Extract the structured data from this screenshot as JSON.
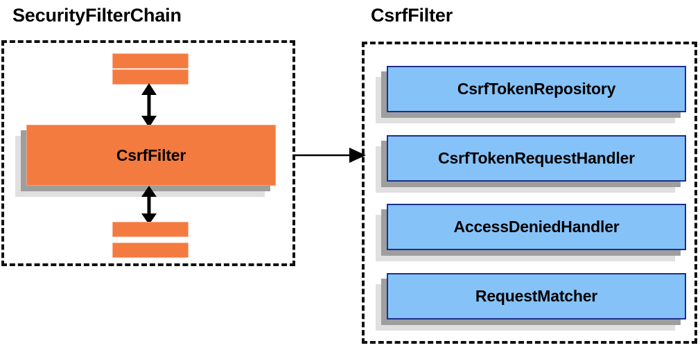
{
  "diagram": {
    "title_left": "SecurityFilterChain",
    "title_right": "CsrfFilter",
    "accent_orange": "#f47b40",
    "accent_blue": "#85c2f8",
    "blue_border": "#1d2e8f",
    "shadow_near": "#9e9e9e",
    "shadow_far": "#e0e0e0",
    "stroke": "#000000"
  },
  "left_panel": {
    "title": "SecurityFilterChain",
    "main_node": {
      "label": "CsrfFilter"
    },
    "filter_bars": [
      {
        "name": "filter-bar-top-1"
      },
      {
        "name": "filter-bar-top-2"
      },
      {
        "name": "filter-bar-bottom-1"
      },
      {
        "name": "filter-bar-bottom-2"
      }
    ],
    "connectors": [
      {
        "name": "arrow-up-double",
        "kind": "double-headed-vertical"
      },
      {
        "name": "arrow-down-double",
        "kind": "double-headed-vertical"
      }
    ]
  },
  "right_panel": {
    "title": "CsrfFilter",
    "collaborators": [
      {
        "label": "CsrfTokenRepository"
      },
      {
        "label": "CsrfTokenRequestHandler"
      },
      {
        "label": "AccessDeniedHandler"
      },
      {
        "label": "RequestMatcher"
      }
    ]
  },
  "cross_link": {
    "name": "arrow-left-to-right",
    "kind": "single-headed-horizontal"
  }
}
